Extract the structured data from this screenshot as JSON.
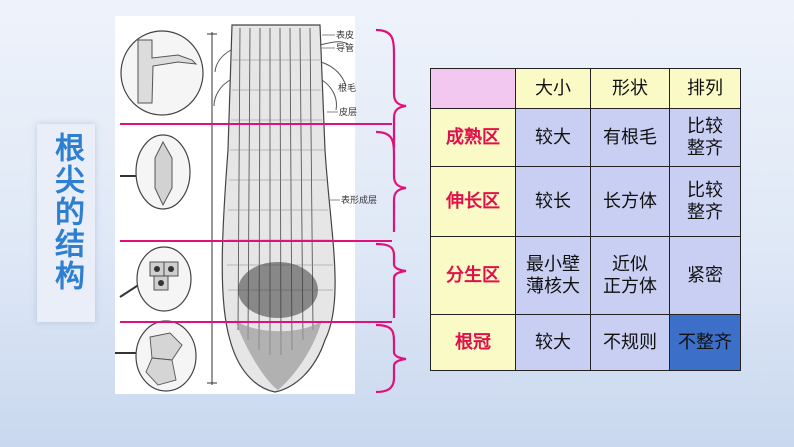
{
  "title": "根尖的结构",
  "figure": {
    "labels": [
      "表皮",
      "导管",
      "根毛",
      "皮层",
      "表形成层"
    ]
  },
  "table": {
    "headers": [
      "",
      "大小",
      "形状",
      "排列"
    ],
    "rows": [
      {
        "zone": "成熟区",
        "size": "较大",
        "shape": "有根毛",
        "arrangement": "比较整齐"
      },
      {
        "zone": "伸长区",
        "size": "较长",
        "shape": "长方体",
        "arrangement": "比较整齐"
      },
      {
        "zone": "分生区",
        "size": "最小壁薄核大",
        "shape": "近似正方体",
        "arrangement": "紧密"
      },
      {
        "zone": "根冠",
        "size": "较大",
        "shape": "不规则",
        "arrangement": "不整齐"
      }
    ]
  },
  "colors": {
    "title": "#2f7fd0",
    "zone_label": "#e0114a",
    "bracket": "#e0117a",
    "header_bg": "#fafac6",
    "cell_bg": "#c8cff2",
    "highlight_bg": "#3c6fc8"
  }
}
